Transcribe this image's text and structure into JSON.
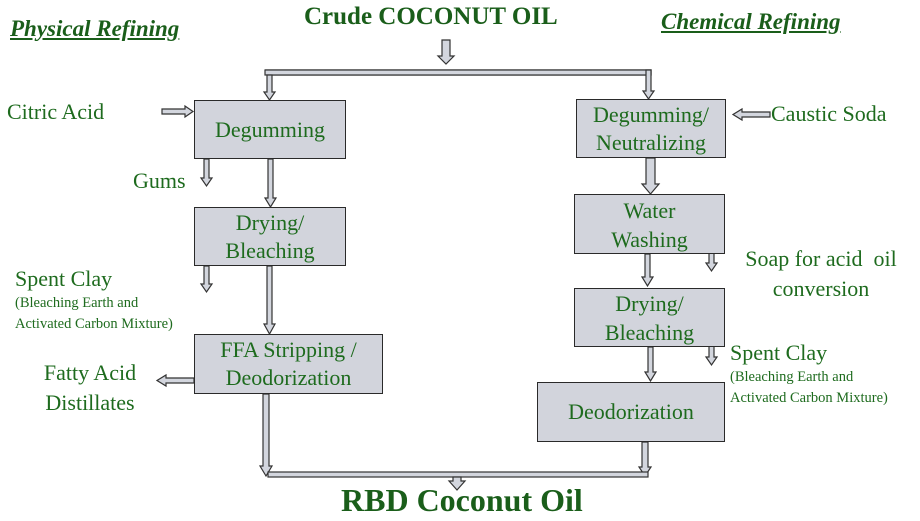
{
  "diagram": {
    "input": "Crude COCONUT OIL",
    "output": "RBD Coconut Oil",
    "colors": {
      "text": "#1e6b1e",
      "box_fill": "#d2d4dc",
      "arrow_fill": "#d3d6de",
      "border": "#2a2a2a"
    }
  },
  "physical": {
    "title": "Physical Refining",
    "steps": [
      {
        "line1": "Degumming",
        "line2": ""
      },
      {
        "line1": "Drying/",
        "line2": "Bleaching"
      },
      {
        "line1": "FFA Stripping /",
        "line2": "Deodorization"
      }
    ],
    "inputs": {
      "citric_acid": "Citric Acid"
    },
    "byproducts": {
      "gums": "Gums",
      "spent_clay": "Spent Clay",
      "spent_clay_note1": "(Bleaching Earth and",
      "spent_clay_note2": "Activated Carbon Mixture)",
      "fatty_acid1": "Fatty Acid",
      "fatty_acid2": "Distillates"
    }
  },
  "chemical": {
    "title": "Chemical Refining",
    "steps": [
      {
        "line1": "Degumming/",
        "line2": "Neutralizing"
      },
      {
        "line1": "Water",
        "line2": "Washing"
      },
      {
        "line1": "Drying/",
        "line2": "Bleaching"
      },
      {
        "line1": "Deodorization",
        "line2": ""
      }
    ],
    "inputs": {
      "caustic_soda": "Caustic Soda"
    },
    "byproducts": {
      "soap1": "Soap for acid  oil",
      "soap2": "conversion",
      "spent_clay": "Spent Clay",
      "spent_clay_note1": "(Bleaching Earth and",
      "spent_clay_note2": "Activated Carbon Mixture)"
    }
  }
}
